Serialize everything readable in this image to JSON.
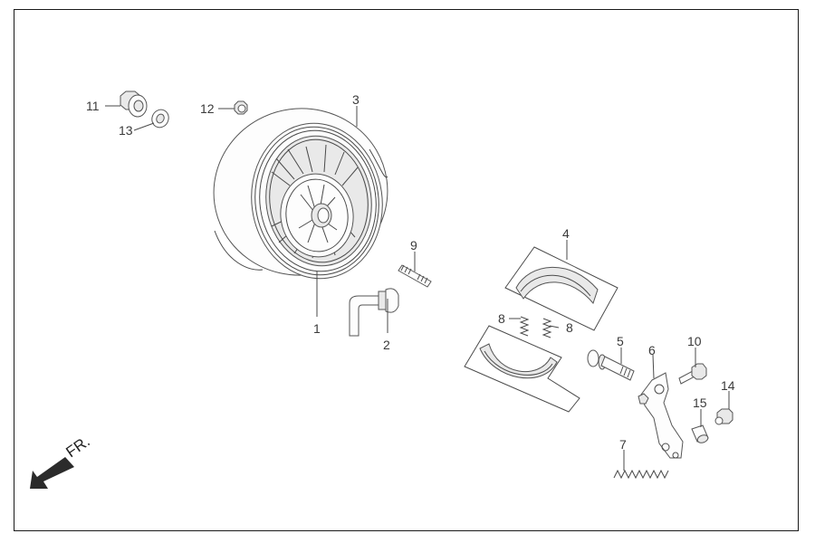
{
  "diagram": {
    "title": "",
    "direction_indicator": {
      "label": "FR.",
      "icon": "arrow-down-left-icon"
    },
    "callouts": [
      {
        "id": "1",
        "label": "1",
        "part": "rear-wheel-rim"
      },
      {
        "id": "2",
        "label": "2",
        "part": "tire-valve"
      },
      {
        "id": "3",
        "label": "3",
        "part": "tire"
      },
      {
        "id": "4",
        "label": "4",
        "part": "brake-shoe-set"
      },
      {
        "id": "5",
        "label": "5",
        "part": "brake-cam-shaft"
      },
      {
        "id": "6",
        "label": "6",
        "part": "brake-arm"
      },
      {
        "id": "7",
        "label": "7",
        "part": "return-spring"
      },
      {
        "id": "8a",
        "label": "8",
        "part": "brake-shoe-spring"
      },
      {
        "id": "8b",
        "label": "8",
        "part": "brake-shoe-spring"
      },
      {
        "id": "9",
        "label": "9",
        "part": "stud-bolt"
      },
      {
        "id": "10",
        "label": "10",
        "part": "flange-bolt"
      },
      {
        "id": "11",
        "label": "11",
        "part": "axle-nut"
      },
      {
        "id": "12",
        "label": "12",
        "part": "nut"
      },
      {
        "id": "13",
        "label": "13",
        "part": "washer"
      },
      {
        "id": "14",
        "label": "14",
        "part": "adjusting-nut"
      },
      {
        "id": "15",
        "label": "15",
        "part": "joint-pin"
      }
    ]
  }
}
